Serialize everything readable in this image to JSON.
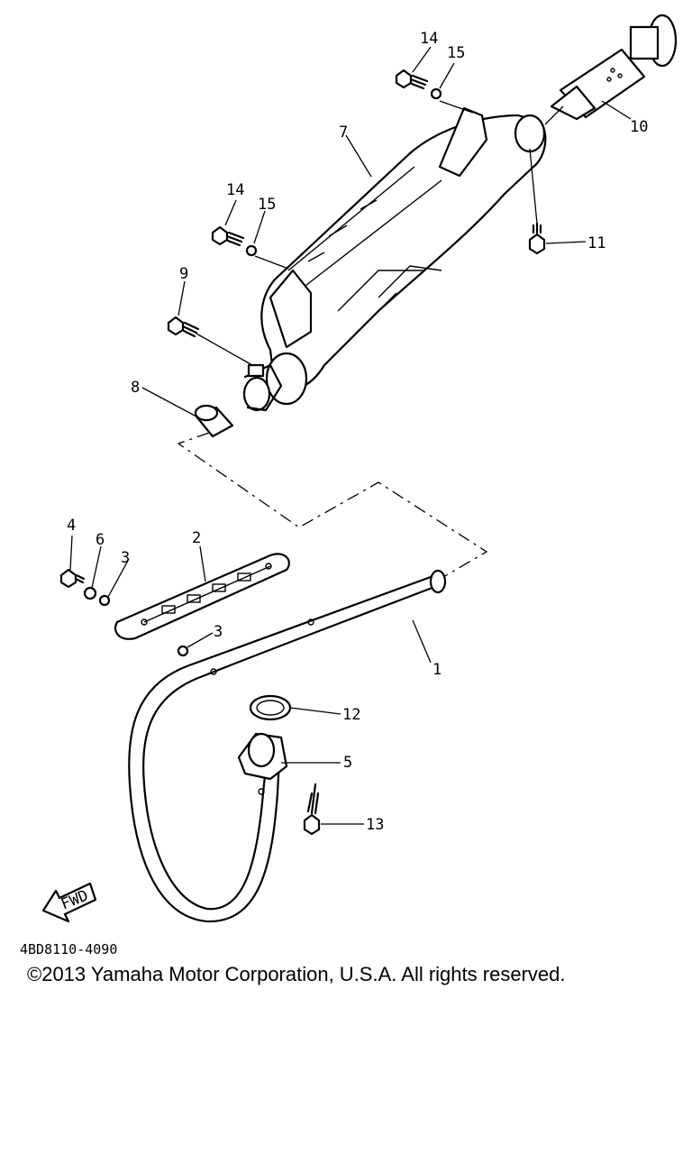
{
  "diagram": {
    "callouts": [
      "1",
      "2",
      "3",
      "3",
      "4",
      "5",
      "6",
      "7",
      "8",
      "9",
      "10",
      "11",
      "12",
      "13",
      "14",
      "14",
      "15",
      "15"
    ],
    "fwd_label": "FWD",
    "code": "4BD8110-4090"
  },
  "footer": {
    "copyright": "©2013 Yamaha Motor Corporation, U.S.A. All rights reserved."
  }
}
